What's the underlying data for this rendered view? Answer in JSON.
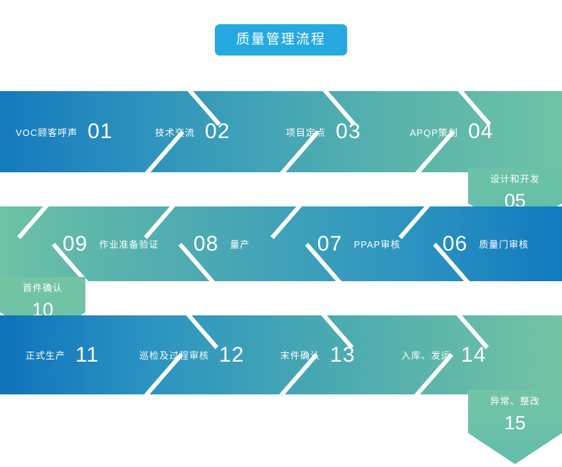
{
  "title": {
    "text": "质量管理流程"
  },
  "colors": {
    "title_pill": "#26a9e0",
    "blue": "#1479bd",
    "teal": "#43a5b4",
    "green": "#6ec2a6",
    "text": "#ffffff",
    "background": "#ffffff"
  },
  "rows": [
    {
      "direction": "left-to-right",
      "steps": [
        {
          "num": "01",
          "label": "VOC顾客呼声"
        },
        {
          "num": "02",
          "label": "技术交流"
        },
        {
          "num": "03",
          "label": "项目定点"
        },
        {
          "num": "04",
          "label": "APQP策划"
        }
      ]
    },
    {
      "direction": "right-to-left",
      "steps": [
        {
          "num": "06",
          "label": "质量门审核"
        },
        {
          "num": "07",
          "label": "PPAP审核"
        },
        {
          "num": "08",
          "label": "量产"
        },
        {
          "num": "09",
          "label": "作业准备验证"
        }
      ]
    },
    {
      "direction": "left-to-right",
      "steps": [
        {
          "num": "11",
          "label": "正式生产"
        },
        {
          "num": "12",
          "label": "巡检及过程审核"
        },
        {
          "num": "13",
          "label": "末件确认"
        },
        {
          "num": "14",
          "label": "入库、发运"
        }
      ]
    }
  ],
  "connectors": [
    {
      "num": "05",
      "label": "设计和开发",
      "side": "right"
    },
    {
      "num": "10",
      "label": "首件确认",
      "side": "left"
    },
    {
      "num": "15",
      "label": "异常、整改",
      "side": "right"
    }
  ]
}
